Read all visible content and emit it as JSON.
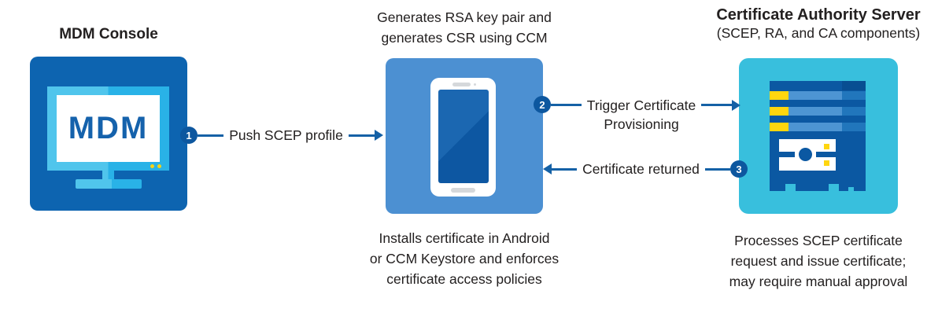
{
  "diagram": {
    "nodes": {
      "mdm": {
        "title": "MDM Console",
        "screen_label": "MDM"
      },
      "device": {
        "caption_top": [
          "Generates RSA key pair and",
          "generates CSR using CCM"
        ],
        "caption_bottom": [
          "Installs certificate in Android",
          "or CCM Keystore and enforces",
          "certificate access policies"
        ]
      },
      "ca": {
        "title": "Certificate Authority Server",
        "subtitle": "(SCEP, RA, and CA components)",
        "caption_bottom": [
          "Processes SCEP certificate",
          "request and issue certificate;",
          "may require manual approval"
        ]
      }
    },
    "flows": [
      {
        "step": "1",
        "label": "Push SCEP profile",
        "direction": "right",
        "from": "mdm-console",
        "to": "device"
      },
      {
        "step": "2",
        "label_line1": "Trigger Certificate",
        "label_line2": "Provisioning",
        "direction": "right",
        "from": "device",
        "to": "ca-server"
      },
      {
        "step": "3",
        "label": "Certificate returned",
        "direction": "left",
        "from": "ca-server",
        "to": "device"
      }
    ],
    "colors": {
      "mdm_square": "#0D64B0",
      "monitor_cyan": "#29B2E7",
      "monitor_cyan_light": "#50C5EC",
      "mdm_text": "#1562AC",
      "phone_square": "#4C90D2",
      "phone_screen": "#0D57A2",
      "ca_square": "#38BFDD",
      "server_body": "#0B58A2",
      "server_bar_light": "#4D95D3",
      "server_bar_mid": "#2176BC",
      "accent_yellow": "#FFD60F",
      "arrow_blue": "#1561A6",
      "step_circle": "#0D579F",
      "text": "#232020"
    }
  }
}
